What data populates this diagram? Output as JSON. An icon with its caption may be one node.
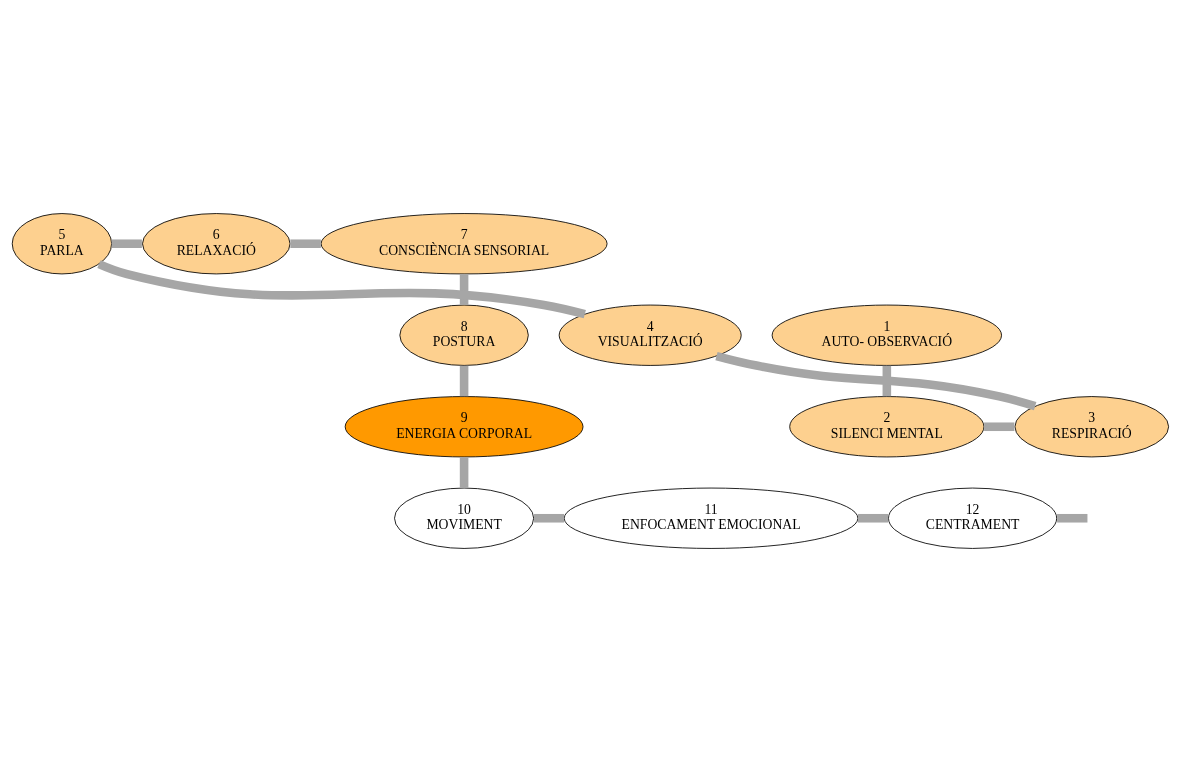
{
  "diagram": {
    "nodes": [
      {
        "text": [
          "1",
          "AUTO- OBSERVACIÓ"
        ]
      },
      {
        "text": [
          "2",
          "SILENCI MENTAL"
        ]
      },
      {
        "text": [
          "3",
          "RESPIRACIÓ"
        ]
      },
      {
        "text": [
          "4",
          "VISUALITZACIÓ"
        ]
      },
      {
        "text": [
          "5",
          "PARLA"
        ]
      },
      {
        "text": [
          "6",
          "RELAXACIÓ"
        ]
      },
      {
        "text": [
          "7",
          "CONSCIÈNCIA SENSORIAL"
        ]
      },
      {
        "text": [
          "8",
          "POSTURA"
        ]
      },
      {
        "text": [
          "9",
          "ENERGIA CORPORAL"
        ]
      },
      {
        "text": [
          "10",
          "MOVIMENT"
        ]
      },
      {
        "text": [
          "11",
          "ENFOCAMENT EMOCIONAL"
        ]
      },
      {
        "text": [
          "12",
          "CENTRAMENT"
        ]
      }
    ],
    "edges": [
      {
        "from": 0,
        "to": 1,
        "arrow": "none"
      },
      {
        "from": 1,
        "to": 2,
        "arrow": "none"
      },
      {
        "from": 2,
        "to": 3,
        "arrow": "none"
      },
      {
        "from": 3,
        "to": 4,
        "arrow": "none"
      },
      {
        "from": 4,
        "to": 5,
        "arrow": "none"
      },
      {
        "from": 5,
        "to": 6,
        "arrow": "none"
      },
      {
        "from": 6,
        "to": 7,
        "arrow": "none"
      },
      {
        "from": 7,
        "to": 8,
        "arrow": "none"
      },
      {
        "from": 8,
        "to": 9,
        "arrow": "none"
      },
      {
        "from": 9,
        "to": 10,
        "arrow": "none"
      },
      {
        "from": 10,
        "to": 11,
        "arrow": "none"
      },
      {
        "from": 11,
        "to": null,
        "arrow": "none"
      }
    ]
  }
}
